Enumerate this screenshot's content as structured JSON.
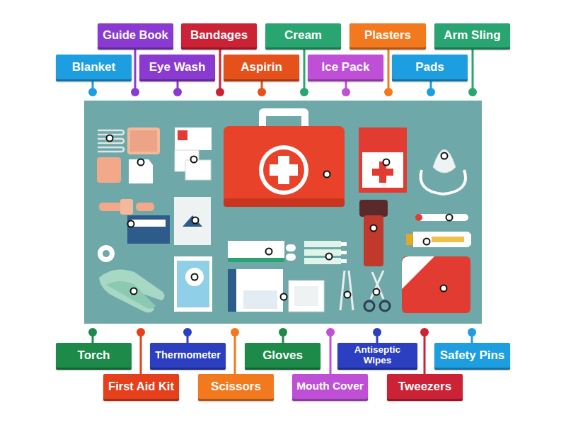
{
  "diagram": {
    "nodes": [
      {
        "text": [
          "Guide Book"
        ]
      },
      {
        "text": [
          "Bandages"
        ]
      },
      {
        "text": [
          "Cream"
        ]
      },
      {
        "text": [
          "Plasters"
        ]
      },
      {
        "text": [
          "Arm Sling"
        ]
      },
      {
        "text": [
          "Blanket"
        ]
      },
      {
        "text": [
          "Eye Wash"
        ]
      },
      {
        "text": [
          "Aspirin"
        ]
      },
      {
        "text": [
          "Ice Pack"
        ]
      },
      {
        "text": [
          "Pads"
        ]
      },
      {
        "text": [
          "Torch"
        ]
      },
      {
        "text": [
          "Thermometer"
        ]
      },
      {
        "text": [
          "Gloves"
        ]
      },
      {
        "text": [
          "Antiseptic Wipes"
        ]
      },
      {
        "text": [
          "Safety Pins"
        ]
      },
      {
        "text": [
          "First Aid Kit"
        ]
      },
      {
        "text": [
          "Scissors"
        ]
      },
      {
        "text": [
          "Mouth Cover"
        ]
      },
      {
        "text": [
          "Tweezers"
        ]
      }
    ]
  }
}
